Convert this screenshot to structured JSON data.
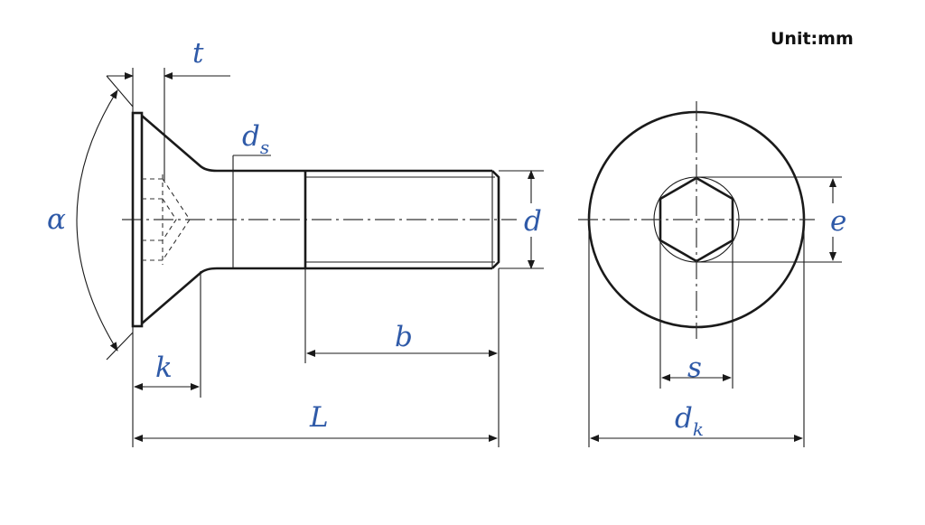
{
  "unit_label": "Unit:mm",
  "labels": {
    "t": "t",
    "ds_main": "d",
    "ds_sub": "s",
    "alpha": "α",
    "d": "d",
    "e": "e",
    "k": "k",
    "b": "b",
    "s": "s",
    "L": "L",
    "dk_main": "d",
    "dk_sub": "k"
  },
  "colors": {
    "label": "#2f5aa8",
    "line": "#1a1a1a"
  }
}
